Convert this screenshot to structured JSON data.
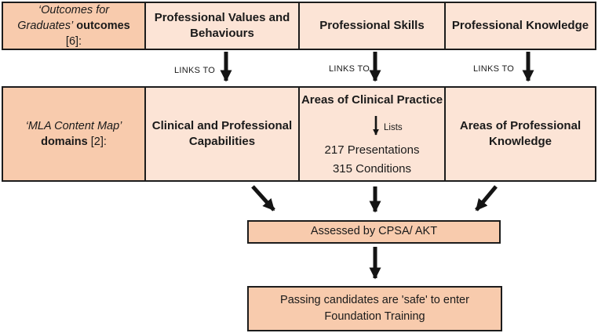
{
  "palette": {
    "dark_peach": "#F8CBAD",
    "light_peach": "#FCE4D6",
    "border": "#1c1c1c",
    "arrow": "#141414"
  },
  "row1": {
    "label": {
      "line1_italic": "‘Outcomes for",
      "line2_italic": "Graduates’",
      "line2_bold": " outcomes",
      "line3": "[6]:"
    },
    "values_behaviours": "Professional Values and Behaviours",
    "skills": "Professional Skills",
    "knowledge": "Professional Knowledge"
  },
  "links_to_label": "LINKS TO",
  "row2": {
    "label": {
      "line1_italic": "‘MLA Content Map’",
      "line2_bold": "domains",
      "line2_suffix": " [2]:"
    },
    "capabilities": "Clinical and Professional Capabilities",
    "clinical_practice": {
      "title": "Areas of Clinical Practice",
      "lists_label": "Lists",
      "items": [
        "217 Presentations",
        "315 Conditions"
      ]
    },
    "prof_knowledge": "Areas of Professional Knowledge"
  },
  "assessed_box": {
    "label": "Assessed by CPSA/ AKT"
  },
  "outcome_box": {
    "line1": "Passing candidates are 'safe' to enter",
    "line2": "Foundation Training"
  }
}
